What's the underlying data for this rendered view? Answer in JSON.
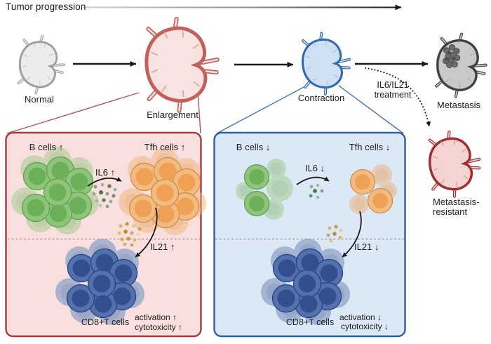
{
  "title": "Tumor progression",
  "stages": {
    "normal": {
      "label": "Normal"
    },
    "enlargement": {
      "label": "Enlargement"
    },
    "contraction": {
      "label": "Contraction"
    },
    "metastasis": {
      "label": "Metastasis"
    },
    "treatment": {
      "line1": "IL6/IL21",
      "line2": "treatment"
    },
    "resistant": {
      "line1": "Metastasis-",
      "line2": "resistant"
    }
  },
  "left_panel": {
    "b_cells": "B cells ↑",
    "tfh_cells": "Tfh cells ↑",
    "il6": "IL6 ↑",
    "il21": "IL21 ↑",
    "cd8": "CD8+T cells",
    "activation": "activation ↑",
    "cytotoxicity": "cytotoxicity ↑"
  },
  "right_panel": {
    "b_cells": "B cells ↓",
    "tfh_cells": "Tfh cells ↓",
    "il6": "IL6 ↓",
    "il21": "IL21 ↓",
    "cd8": "CD8+T cells",
    "activation": "activation ↓",
    "cytotoxicity": "cytotoxicity ↓"
  },
  "colors": {
    "left_panel_bg": "#F9DFDE",
    "left_panel_border": "#A63A40",
    "right_panel_bg": "#DBE8F6",
    "right_panel_border": "#2F5F9E",
    "b_cell_green": "#8FC57B",
    "tfh_cell_orange": "#F4BB7F",
    "cd8_cell_blue": "#5271AE",
    "il6_dots_green": "#54855C",
    "il21_dots_gold": "#C79A3E",
    "node_normal": "#ECECEC",
    "node_enlargement": "#F7E3E0",
    "node_contraction": "#CFE0F2",
    "node_metastasis": "#C9C9C9",
    "node_resistant": "#F4D3D0",
    "arrow_black": "#1A1A1A"
  }
}
